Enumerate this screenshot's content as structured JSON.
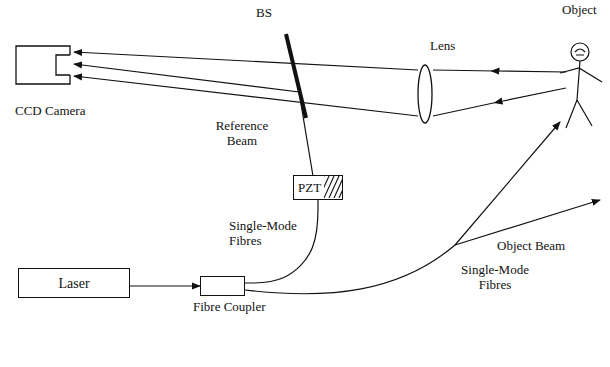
{
  "diagram": {
    "nodes": [
      {
        "text": [
          "CCD Camera"
        ]
      },
      {
        "text": [
          "PZT"
        ]
      },
      {
        "text": [
          "Laser"
        ]
      },
      {
        "text": [
          "Fibre Coupler"
        ]
      }
    ],
    "edges": [
      {
        "from": 2,
        "to": 3,
        "arrow": "to"
      },
      {
        "from": 3,
        "to": 1,
        "arrow": "none"
      }
    ],
    "labels": [
      "BS",
      "Lens",
      "Object",
      "Reference Beam",
      "Single-Mode Fibres",
      "Single-Mode Fibres",
      "Object Beam"
    ]
  }
}
